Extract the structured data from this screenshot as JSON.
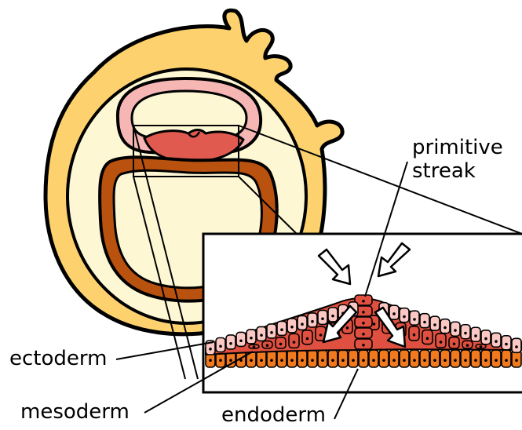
{
  "labels": {
    "primitive_streak_line1": "primitive",
    "primitive_streak_line2": "streak",
    "ectoderm": "ectoderm",
    "mesoderm": "mesoderm",
    "endoderm": "endoderm"
  },
  "colors": {
    "outer_coat": "#fdd26e",
    "yolk": "#fdf7d4",
    "amnion": "#f6b6b4",
    "epiblast": "#e05a4f",
    "hypoblast": "#b9510f",
    "ectoderm_cell": "#fbc8c4",
    "mesoderm_cell": "#e05040",
    "endoderm_cell": "#f27a1e",
    "outline": "#000000"
  }
}
